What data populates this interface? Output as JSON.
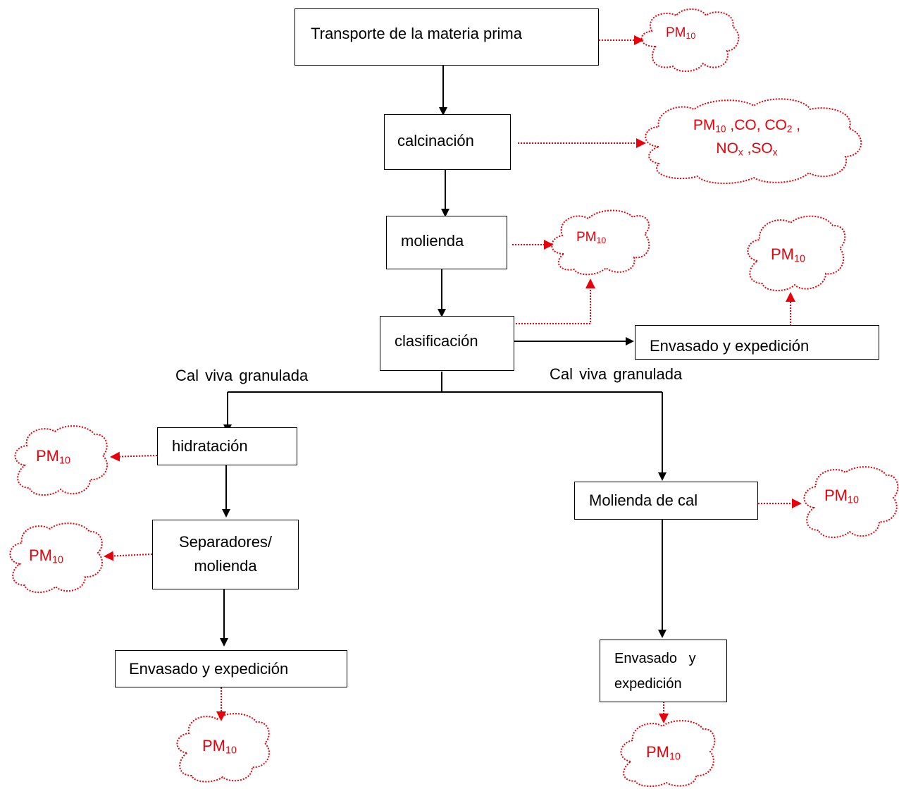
{
  "nodes": {
    "transporte": "Transporte de la materia prima",
    "calcinacion": "calcinación",
    "molienda": "molienda",
    "clasificacion": "clasificación",
    "envasado_top": "Envasado y expedición",
    "hidratacion": "hidratación",
    "separadores_line1": "Separadores/",
    "separadores_line2": "molienda",
    "envasado_left": "Envasado y expedición",
    "molienda_cal": "Molienda de cal",
    "envasado_right_line1": "Envasado   y",
    "envasado_right_line2": "expedición"
  },
  "branch_labels": {
    "left": "Cal viva granulada",
    "right": "Cal viva granulada"
  },
  "emission": {
    "pm_base": "PM",
    "pm_sub": "10",
    "calc_line1_a": "PM",
    "calc_line1_sub": "10",
    "calc_line1_b": " ,CO, CO",
    "calc_line1_sub2": "2",
    "calc_line1_c": " ,",
    "calc_line2_a": "NO",
    "calc_line2_sub": "x",
    "calc_line2_b": " ,SO",
    "calc_line2_sub2": "x"
  },
  "colors": {
    "emission": "#e8000b",
    "flow": "#000000"
  }
}
